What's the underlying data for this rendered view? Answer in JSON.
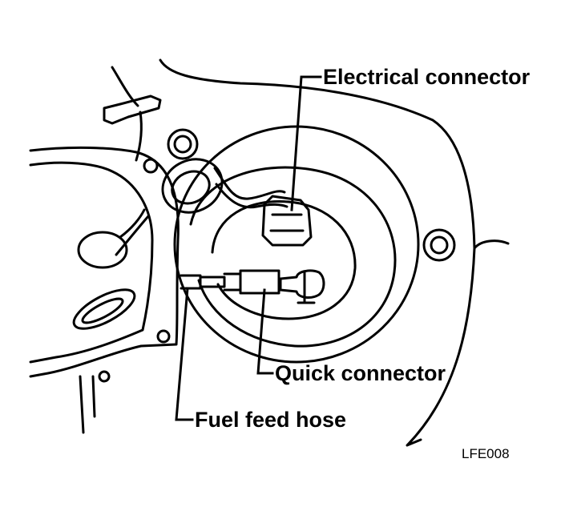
{
  "labels": {
    "electrical_connector": "Electrical connector",
    "quick_connector": "Quick connector",
    "fuel_feed_hose": "Fuel feed hose"
  },
  "figure_code": "LFE008"
}
